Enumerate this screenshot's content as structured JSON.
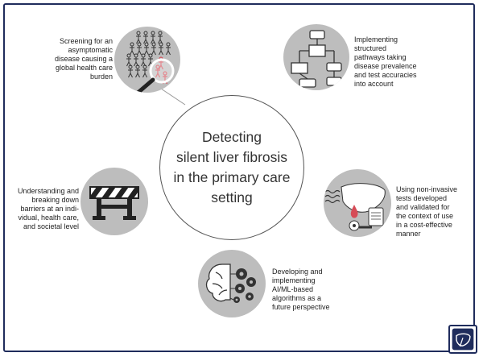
{
  "center": {
    "title": "Detecting\nsilent liver fibrosis\nin the primary care\nsetting"
  },
  "items": [
    {
      "id": "screening",
      "text": "Screening for an\nasymptomatic\ndisease causing a\nglobal health care\nburden",
      "icon": "magnifier-crowd-icon"
    },
    {
      "id": "pathways",
      "text": "Implementing\nstructured\npathways taking\ndisease prevalence\nand test accuracies\ninto account",
      "icon": "flowchart-icon"
    },
    {
      "id": "barriers",
      "text": "Understanding and\nbreaking down\nbarriers at an indi-\nvidual, health care,\nand societal level",
      "icon": "roadblock-icon"
    },
    {
      "id": "tests",
      "text": "Using non-invasive\ntests developed\nand validated for\nthe context of use\nin a cost-effective\nmanner",
      "icon": "liver-tests-icon"
    },
    {
      "id": "ai",
      "text": "Developing and\nimplementing\nAI/ML-based\nalgorithms as a\nfuture perspective",
      "icon": "brain-gears-icon"
    }
  ],
  "colors": {
    "frame": "#1f2c5c",
    "bubble": "#bdbdbd",
    "accent": "#d64b56"
  }
}
